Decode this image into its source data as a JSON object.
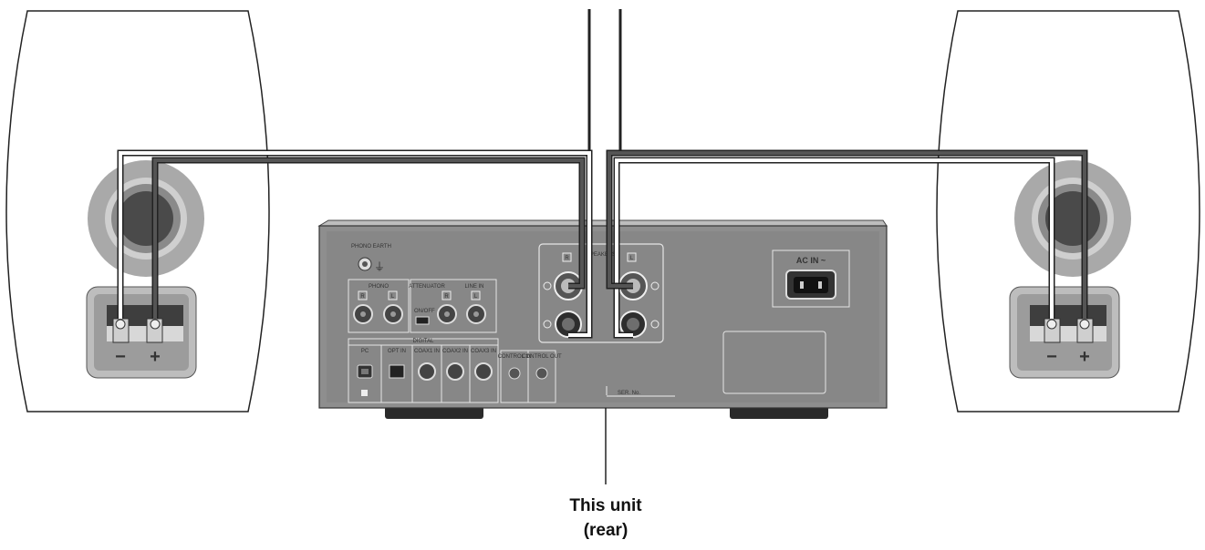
{
  "caption": {
    "line1": "This unit",
    "line2": "(rear)"
  },
  "unit_panel": {
    "phono_earth": "PHONO EARTH",
    "phono": "PHONO",
    "attenuator": "ATTENUATOR",
    "line_in": "LINE IN",
    "attenuator_switch": "ON/OFF",
    "digital": "DIGITAL",
    "pc": "PC",
    "opt_in": "OPT IN",
    "coax1_in": "COAX1 IN",
    "coax2_in": "COAX2 IN",
    "coax3_in": "COAX3 IN",
    "control_in": "CONTROL IN",
    "control_out": "CONTROL OUT",
    "speakers_r": "R",
    "speakers_l": "L",
    "speakers_title": "SPEAKERS",
    "ac_in": "AC IN ~",
    "ser_no": "SER. No.",
    "channel_r": "R",
    "channel_l": "L"
  },
  "speaker_terminals": {
    "minus": "−",
    "plus": "+"
  },
  "colors": {
    "wire_white": "#ffffff",
    "wire_dark": "#3a3a3a",
    "panel": "#8c8c8c",
    "outline": "#222222"
  }
}
